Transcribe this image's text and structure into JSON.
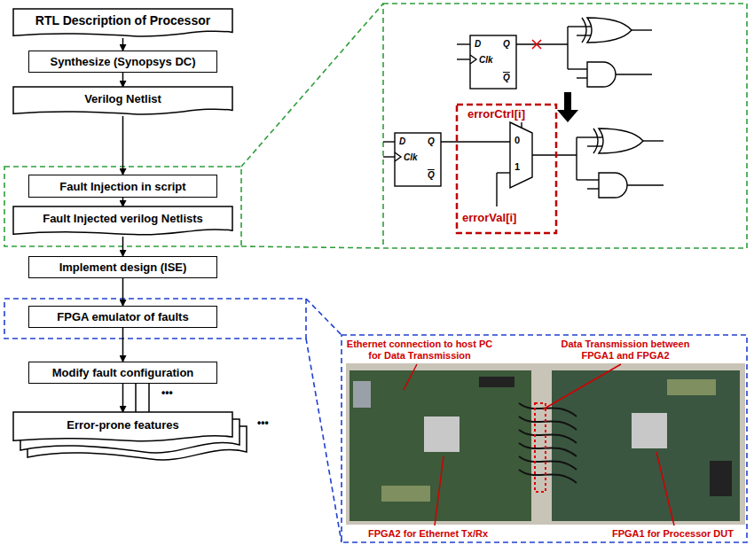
{
  "diagram": {
    "nodes": [
      {
        "text": [
          "RTL Description of Processor"
        ]
      },
      {
        "text": [
          "Synthesize (Synopsys DC)"
        ]
      },
      {
        "text": [
          "Verilog Netlist"
        ]
      },
      {
        "text": [
          "Fault Injection in script"
        ]
      },
      {
        "text": [
          "Fault Injected verilog Netlists"
        ]
      },
      {
        "text": [
          "Implement design (ISE)"
        ]
      },
      {
        "text": [
          "FPGA emulator of faults"
        ]
      },
      {
        "text": [
          "Modify fault configuration"
        ]
      },
      {
        "text": [
          "Error-prone features"
        ]
      }
    ],
    "edges": [
      {
        "from": 0,
        "to": 1,
        "arrow": "to"
      },
      {
        "from": 1,
        "to": 2,
        "arrow": "to"
      },
      {
        "from": 2,
        "to": 3,
        "arrow": "to"
      },
      {
        "from": 3,
        "to": 4,
        "arrow": "to"
      },
      {
        "from": 4,
        "to": 5,
        "arrow": "to"
      },
      {
        "from": 5,
        "to": 6,
        "arrow": "to"
      },
      {
        "from": 6,
        "to": 7,
        "arrow": "to"
      },
      {
        "from": 7,
        "to": 8,
        "arrow": "to"
      }
    ],
    "labels": [
      "D",
      "Clk",
      "Q",
      "Q",
      "D",
      "Clk",
      "Q",
      "Q",
      "errorCtrl[i]",
      "0",
      "1",
      "errorVal[i]",
      "Ethernet connection to host PC for Data Transmission",
      "Data Transmission between FPGA1 and FPGA2",
      "FPGA2 for Ethernet Tx/Rx",
      "FPGA1 for Processor DUT",
      "•••",
      "•••"
    ]
  }
}
